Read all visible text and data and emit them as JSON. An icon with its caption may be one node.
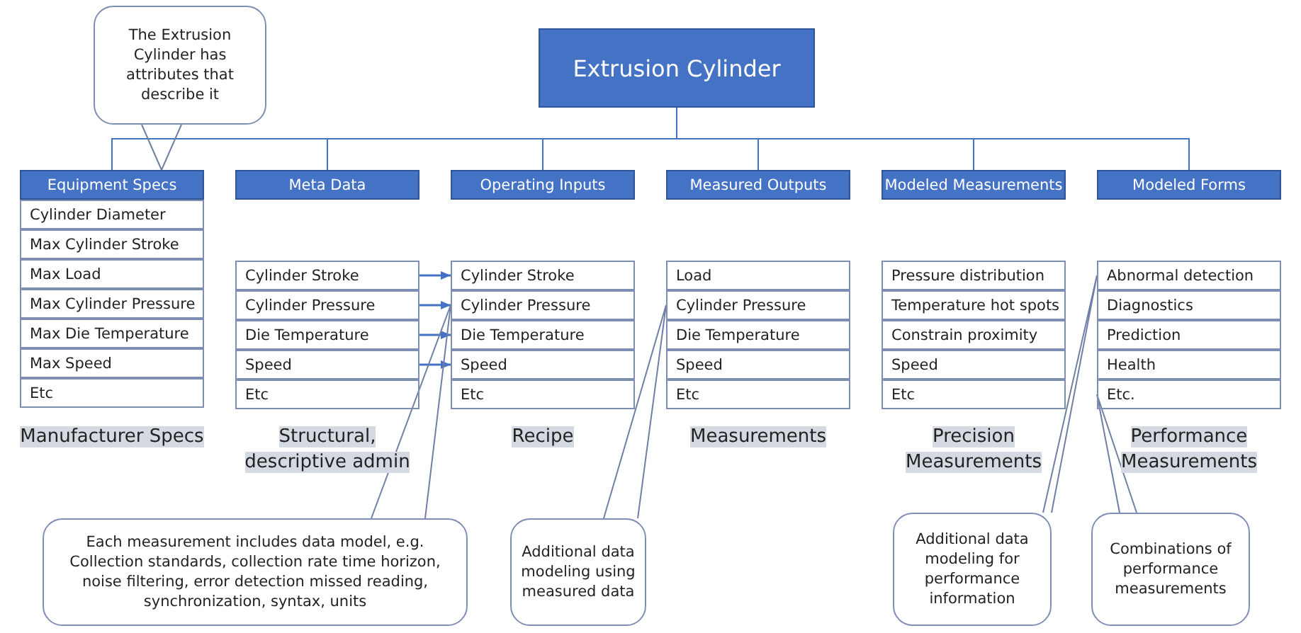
{
  "diagram": {
    "nodes": [
      {
        "text": [
          "Extrusion Cylinder"
        ]
      },
      {
        "text": [
          "The Extrusion Cylinder has attributes that describe it"
        ]
      },
      {
        "text": [
          "Equipment Specs"
        ]
      },
      {
        "text": [
          "Meta Data"
        ]
      },
      {
        "text": [
          "Operating Inputs"
        ]
      },
      {
        "text": [
          "Measured Outputs"
        ]
      },
      {
        "text": [
          "Modeled Measurements"
        ]
      },
      {
        "text": [
          "Modeled Forms"
        ]
      },
      {
        "text": [
          "Cylinder Diameter"
        ]
      },
      {
        "text": [
          "Max Cylinder Stroke"
        ]
      },
      {
        "text": [
          "Max Load"
        ]
      },
      {
        "text": [
          "Max Cylinder Pressure"
        ]
      },
      {
        "text": [
          "Max Die Temperature"
        ]
      },
      {
        "text": [
          "Max Speed"
        ]
      },
      {
        "text": [
          "Etc"
        ]
      },
      {
        "text": [
          "Cylinder Stroke"
        ]
      },
      {
        "text": [
          "Cylinder Pressure"
        ]
      },
      {
        "text": [
          "Die Temperature"
        ]
      },
      {
        "text": [
          "Speed"
        ]
      },
      {
        "text": [
          "Etc"
        ]
      },
      {
        "text": [
          "Cylinder Stroke"
        ]
      },
      {
        "text": [
          "Cylinder Pressure"
        ]
      },
      {
        "text": [
          "Die Temperature"
        ]
      },
      {
        "text": [
          "Speed"
        ]
      },
      {
        "text": [
          "Etc"
        ]
      },
      {
        "text": [
          "Load"
        ]
      },
      {
        "text": [
          "Cylinder Pressure"
        ]
      },
      {
        "text": [
          "Die Temperature"
        ]
      },
      {
        "text": [
          "Speed"
        ]
      },
      {
        "text": [
          "Etc"
        ]
      },
      {
        "text": [
          "Pressure distribution"
        ]
      },
      {
        "text": [
          "Temperature hot spots"
        ]
      },
      {
        "text": [
          "Constrain proximity"
        ]
      },
      {
        "text": [
          "Speed"
        ]
      },
      {
        "text": [
          "Etc"
        ]
      },
      {
        "text": [
          "Abnormal detection"
        ]
      },
      {
        "text": [
          "Diagnostics"
        ]
      },
      {
        "text": [
          "Prediction"
        ]
      },
      {
        "text": [
          "Health"
        ]
      },
      {
        "text": [
          "Etc."
        ]
      },
      {
        "text": [
          "Each measurement includes data model, e.g. Collection standards, collection rate time horizon, noise filtering, error detection missed reading, synchronization, syntax, units"
        ]
      },
      {
        "text": [
          "Additional data modeling using measured data"
        ]
      },
      {
        "text": [
          "Additional data modeling for performance information"
        ]
      },
      {
        "text": [
          "Combinations of performance measurements"
        ]
      }
    ],
    "edges": [
      {
        "from": 0,
        "to": 2,
        "arrow": "none"
      },
      {
        "from": 0,
        "to": 3,
        "arrow": "none"
      },
      {
        "from": 0,
        "to": 4,
        "arrow": "none"
      },
      {
        "from": 0,
        "to": 5,
        "arrow": "none"
      },
      {
        "from": 0,
        "to": 6,
        "arrow": "none"
      },
      {
        "from": 0,
        "to": 7,
        "arrow": "none"
      },
      {
        "from": 1,
        "to": 2,
        "arrow": "none"
      },
      {
        "from": 15,
        "to": 20,
        "arrow": "to"
      },
      {
        "from": 16,
        "to": 21,
        "arrow": "to"
      },
      {
        "from": 17,
        "to": 22,
        "arrow": "to"
      },
      {
        "from": 18,
        "to": 23,
        "arrow": "to"
      },
      {
        "from": 40,
        "to": 21,
        "arrow": "none"
      },
      {
        "from": 41,
        "to": 26,
        "arrow": "none"
      },
      {
        "from": 42,
        "to": 35,
        "arrow": "none"
      },
      {
        "from": 43,
        "to": 39,
        "arrow": "none"
      }
    ],
    "labels": [
      "Manufacturer Specs",
      "Structural, descriptive admin",
      "Recipe",
      "Measurements",
      "Precision Measurements",
      "Performance Measurements"
    ]
  }
}
